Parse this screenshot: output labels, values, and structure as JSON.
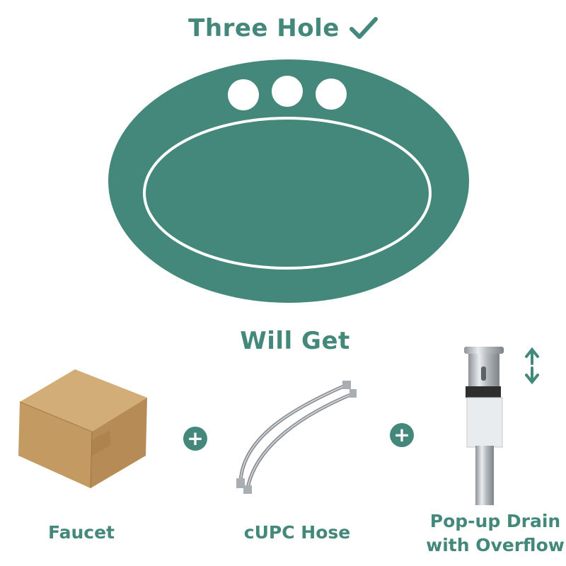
{
  "colors": {
    "accent": "#43887a",
    "white": "#ffffff",
    "box": "#c49a63"
  },
  "header": {
    "title": "Three Hole",
    "check_icon": "check-icon"
  },
  "sink": {
    "icon": "sink-basin-icon",
    "faucet_holes": 3
  },
  "subtitle": "Will Get",
  "items": [
    {
      "label": "Faucet",
      "icon": "cardboard-box-icon"
    },
    {
      "label": "cUPC Hose",
      "icon": "hose-icon"
    },
    {
      "label_line1": "Pop-up Drain",
      "label_line2": "with Overflow",
      "icon": "drain-icon"
    }
  ],
  "plus_symbol": "+"
}
